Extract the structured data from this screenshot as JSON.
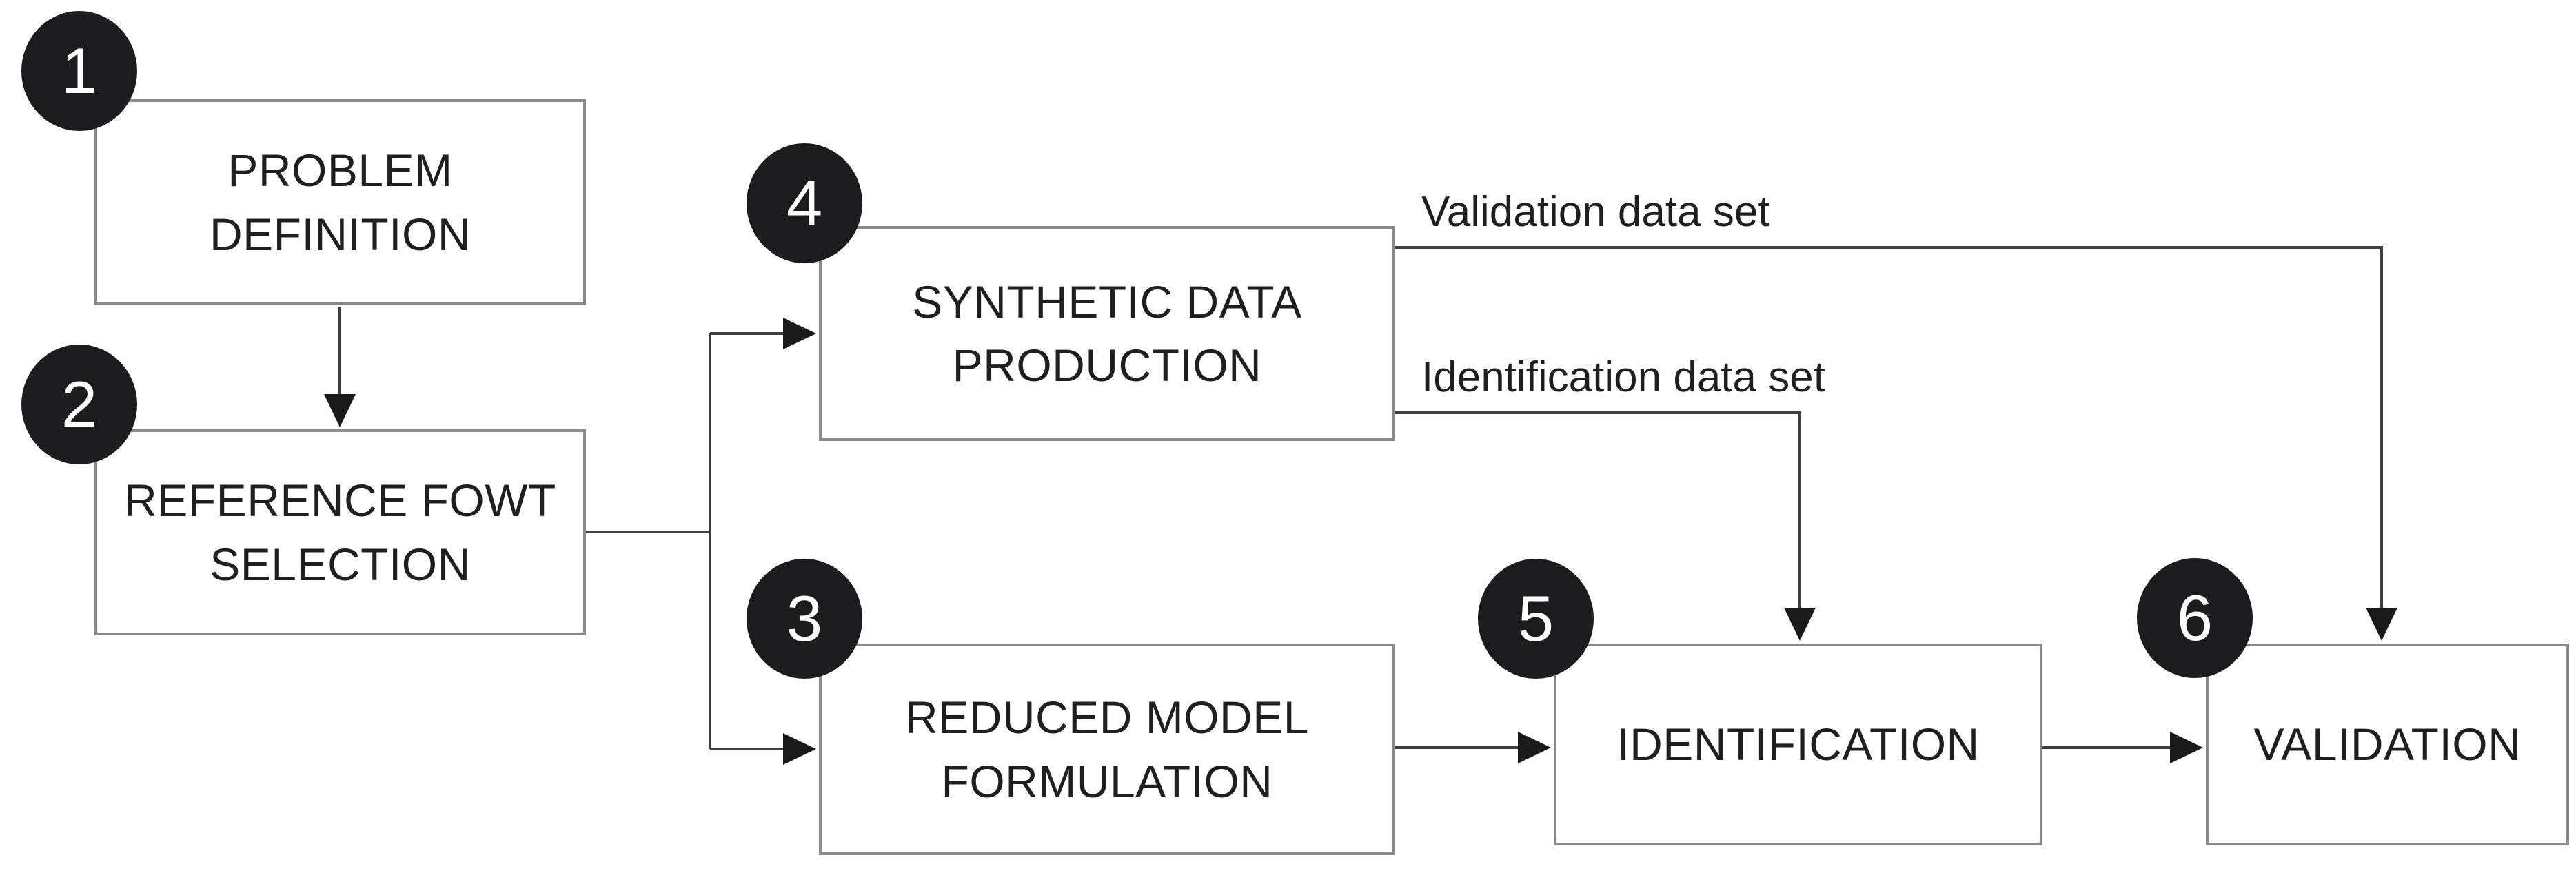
{
  "theme": {
    "bg": "#ffffff",
    "box-fill": "#ffffff",
    "box-border": "#8a8a8a",
    "text": "#1f1f1f",
    "circle-fill": "#1c1c1e",
    "circle-text": "#ffffff",
    "connector": "#3f3f3f",
    "arrow": "#1a1a1a"
  },
  "steps": [
    {
      "number": "1",
      "lines": [
        "PROBLEM",
        "DEFINITION"
      ]
    },
    {
      "number": "2",
      "lines": [
        "REFERENCE FOWT",
        "SELECTION"
      ]
    },
    {
      "number": "3",
      "lines": [
        "REDUCED MODEL",
        "FORMULATION"
      ]
    },
    {
      "number": "4",
      "lines": [
        "SYNTHETIC DATA",
        "PRODUCTION"
      ]
    },
    {
      "number": "5",
      "lines": [
        "IDENTIFICATION"
      ]
    },
    {
      "number": "6",
      "lines": [
        "VALIDATION"
      ]
    }
  ],
  "edge_labels": [
    {
      "text": "Validation data set"
    },
    {
      "text": "Identification data set"
    }
  ]
}
